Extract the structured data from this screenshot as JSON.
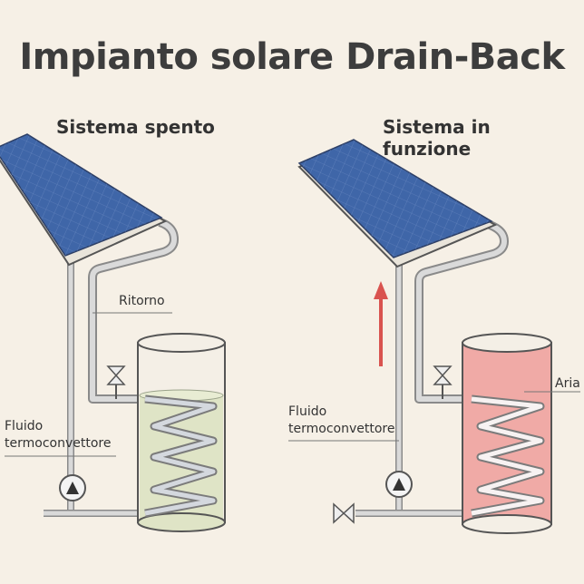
{
  "title": "Impianto solare Drain-Back",
  "left_panel": {
    "subtitle": "Sistema spento",
    "label_return": "Ritorno",
    "label_fluid_line1": "Fluido",
    "label_fluid_line2": "termoconvettore"
  },
  "right_panel": {
    "subtitle": "Sistema in funzione",
    "label_fluid_line1": "Fluido",
    "label_fluid_line2": "termoconvettore",
    "label_air": "Aria"
  },
  "colors": {
    "background": "#f6f0e6",
    "panel": "#3f66a8",
    "pipe": "#bdbdbd",
    "tank_off_fill": "#dfe4c6",
    "tank_on_fill": "#f0aaa6",
    "flow_arrow": "#d9534f"
  }
}
